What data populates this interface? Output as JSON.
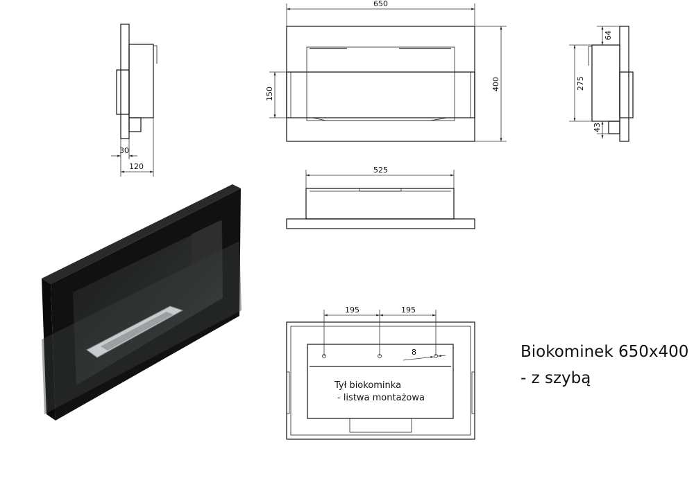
{
  "dimensions": {
    "width": "650",
    "height": "400",
    "glass_height": "150",
    "side_30": "30",
    "side_120": "120",
    "top_64": "64",
    "body_275": "275",
    "bottom_43": "43",
    "top_view_525": "525",
    "hole_spacing_left": "195",
    "hole_spacing_right": "195",
    "hole_diameter": "8"
  },
  "notes": {
    "back_line1": "Tył biokominka",
    "back_line2": "- listwa montażowa"
  },
  "title": {
    "line1": "Biokominek 650x400",
    "line2": "- z szybą"
  }
}
